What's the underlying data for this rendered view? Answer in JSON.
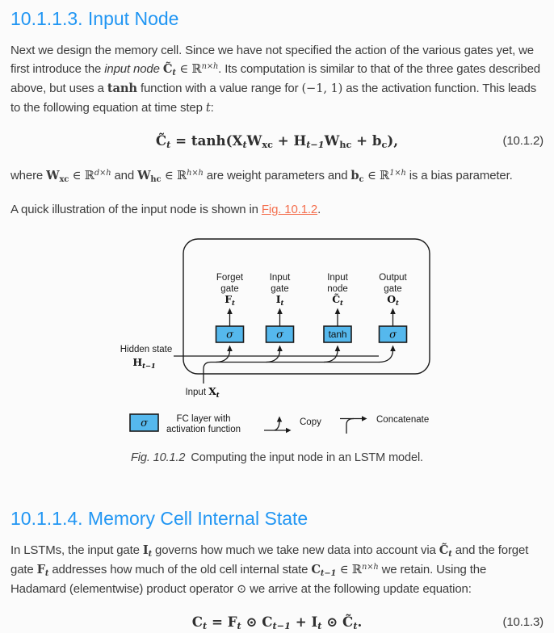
{
  "colors": {
    "bg": "#fbfbfb",
    "text": "#3b3b3b",
    "heading": "#2196f3",
    "link": "#f4704f",
    "boxfill": "#55b8ed",
    "line": "#1a1a1a"
  },
  "section_input_node": {
    "heading": "10.1.1.3. Input Node",
    "para1": [
      {
        "t": "Next we design the memory cell. Since we have not specified the action of the various gates yet, we first introduce the ",
        "s": "p"
      },
      {
        "t": "input node ",
        "s": "i"
      },
      {
        "t": "C̃",
        "s": "b"
      },
      {
        "t": "t",
        "s": "sub"
      },
      {
        "t": " ∈ ℝ",
        "s": "r"
      },
      {
        "t": "n×h",
        "s": "sup"
      },
      {
        "t": ". Its computation is similar to that of the three gates described above, but uses a ",
        "s": "p"
      },
      {
        "t": "tanh",
        "s": "b"
      },
      {
        "t": " function with a value range for ",
        "s": "p"
      },
      {
        "t": "(−1, 1)",
        "s": "r"
      },
      {
        "t": " as the activation function. This leads to the following equation at time step ",
        "s": "p"
      },
      {
        "t": "t",
        "s": "it"
      },
      {
        "t": ":",
        "s": "p"
      }
    ],
    "equation": {
      "segments": [
        {
          "t": "C̃",
          "s": "b"
        },
        {
          "t": "t",
          "s": "sub"
        },
        {
          "t": " = ",
          "s": "b"
        },
        {
          "t": "tanh",
          "s": "b"
        },
        {
          "t": "(",
          "s": "b"
        },
        {
          "t": "X",
          "s": "b"
        },
        {
          "t": "t",
          "s": "sub"
        },
        {
          "t": "W",
          "s": "b"
        },
        {
          "t": "xc",
          "s": "subb"
        },
        {
          "t": " + ",
          "s": "b"
        },
        {
          "t": "H",
          "s": "b"
        },
        {
          "t": "t−1",
          "s": "sub"
        },
        {
          "t": "W",
          "s": "b"
        },
        {
          "t": "hc",
          "s": "subb"
        },
        {
          "t": " + ",
          "s": "b"
        },
        {
          "t": "b",
          "s": "b"
        },
        {
          "t": "c",
          "s": "subb"
        },
        {
          "t": "),",
          "s": "b"
        }
      ],
      "number": "(10.1.2)"
    },
    "para2": [
      {
        "t": "where ",
        "s": "p"
      },
      {
        "t": "W",
        "s": "b"
      },
      {
        "t": "xc",
        "s": "subb"
      },
      {
        "t": " ∈ ℝ",
        "s": "r"
      },
      {
        "t": "d×h",
        "s": "sup"
      },
      {
        "t": " and ",
        "s": "p"
      },
      {
        "t": "W",
        "s": "b"
      },
      {
        "t": "hc",
        "s": "subb"
      },
      {
        "t": " ∈ ℝ",
        "s": "r"
      },
      {
        "t": "h×h",
        "s": "sup"
      },
      {
        "t": " are weight parameters and ",
        "s": "p"
      },
      {
        "t": "b",
        "s": "b"
      },
      {
        "t": "c",
        "s": "subb"
      },
      {
        "t": " ∈ ℝ",
        "s": "r"
      },
      {
        "t": "1×h",
        "s": "sup"
      },
      {
        "t": " is a bias parameter.",
        "s": "p"
      }
    ],
    "para3": [
      {
        "t": "A quick illustration of the input node is shown in ",
        "s": "p"
      },
      {
        "t": "Fig. 10.1.2",
        "s": "link"
      },
      {
        "t": ".",
        "s": "p"
      }
    ]
  },
  "figure": {
    "gates": [
      {
        "line1": "Forget",
        "line2": "gate",
        "sym": "F",
        "sub": "t"
      },
      {
        "line1": "Input",
        "line2": "gate",
        "sym": "I",
        "sub": "t"
      },
      {
        "line1": "Input",
        "line2": "node",
        "sym": "C̃",
        "sub": "t"
      },
      {
        "line1": "Output",
        "line2": "gate",
        "sym": "O",
        "sub": "t"
      }
    ],
    "boxes": {
      "b1": "σ",
      "b2": "σ",
      "b3": "tanh",
      "b4": "σ"
    },
    "hidden_state": {
      "label": "Hidden state",
      "sym": "H",
      "sub": "t−1"
    },
    "input": {
      "label": "Input ",
      "sym": "X",
      "sub": "t"
    },
    "legend": {
      "sigma": "σ",
      "fc_line1": "FC layer with",
      "fc_line2": "activation function",
      "copy": "Copy",
      "concatenate": "Concatenate"
    },
    "caption": {
      "label": "Fig. 10.1.2",
      "text": "Computing the input node in an LSTM model."
    }
  },
  "section_memory_cell": {
    "heading": "10.1.1.4. Memory Cell Internal State",
    "para1": [
      {
        "t": "In LSTMs, the input gate ",
        "s": "p"
      },
      {
        "t": "I",
        "s": "b"
      },
      {
        "t": "t",
        "s": "sub"
      },
      {
        "t": " governs how much we take new data into account via ",
        "s": "p"
      },
      {
        "t": "C̃",
        "s": "b"
      },
      {
        "t": "t",
        "s": "sub"
      },
      {
        "t": " and the forget gate ",
        "s": "p"
      },
      {
        "t": "F",
        "s": "b"
      },
      {
        "t": "t",
        "s": "sub"
      },
      {
        "t": " addresses how much of the old cell internal state ",
        "s": "p"
      },
      {
        "t": "C",
        "s": "b"
      },
      {
        "t": "t−1",
        "s": "sub"
      },
      {
        "t": " ∈ ℝ",
        "s": "r"
      },
      {
        "t": "n×h",
        "s": "sup"
      },
      {
        "t": " we retain. Using the Hadamard (elementwise) product operator ",
        "s": "p"
      },
      {
        "t": "⊙",
        "s": "r"
      },
      {
        "t": " we arrive at the following update equation:",
        "s": "p"
      }
    ],
    "equation": {
      "segments": [
        {
          "t": "C",
          "s": "b"
        },
        {
          "t": "t",
          "s": "sub"
        },
        {
          "t": " = ",
          "s": "b"
        },
        {
          "t": "F",
          "s": "b"
        },
        {
          "t": "t",
          "s": "sub"
        },
        {
          "t": " ⊙ ",
          "s": "b"
        },
        {
          "t": "C",
          "s": "b"
        },
        {
          "t": "t−1",
          "s": "sub"
        },
        {
          "t": " + ",
          "s": "b"
        },
        {
          "t": "I",
          "s": "b"
        },
        {
          "t": "t",
          "s": "sub"
        },
        {
          "t": " ⊙ ",
          "s": "b"
        },
        {
          "t": "C̃",
          "s": "b"
        },
        {
          "t": "t",
          "s": "sub"
        },
        {
          "t": ".",
          "s": "b"
        }
      ],
      "number": "(10.1.3)"
    }
  }
}
